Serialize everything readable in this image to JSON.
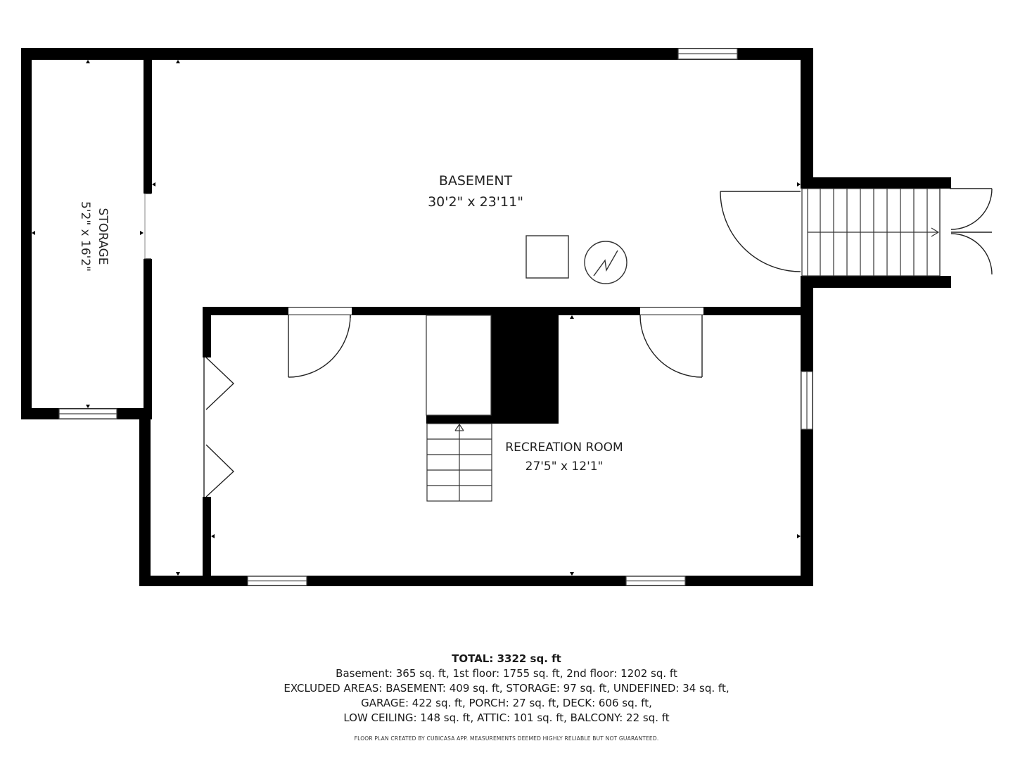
{
  "rooms": {
    "basement": {
      "name": "BASEMENT",
      "dims": "30'2\" x 23'11\""
    },
    "recreation": {
      "name": "RECREATION ROOM",
      "dims": "27'5\" x 12'1\""
    },
    "storage": {
      "name": "STORAGE",
      "dims": "5'2\" x 16'2\""
    }
  },
  "summary": {
    "total": "TOTAL: 3322 sq. ft",
    "lines": [
      "Basement: 365 sq. ft, 1st floor: 1755 sq. ft, 2nd floor: 1202 sq. ft",
      "EXCLUDED AREAS: BASEMENT: 409 sq. ft, STORAGE: 97 sq. ft, UNDEFINED: 34 sq. ft,",
      "GARAGE: 422 sq. ft, PORCH: 27 sq. ft, DECK: 606 sq. ft,",
      "LOW CEILING: 148 sq. ft, ATTIC: 101 sq. ft, BALCONY: 22 sq. ft"
    ]
  },
  "disclaimer": "FLOOR PLAN CREATED BY CUBICASA APP. MEASUREMENTS DEEMED HIGHLY RELIABLE BUT NOT GUARANTEED.",
  "colors": {
    "wall": "#000000",
    "background": "#ffffff",
    "line": "#333333"
  }
}
